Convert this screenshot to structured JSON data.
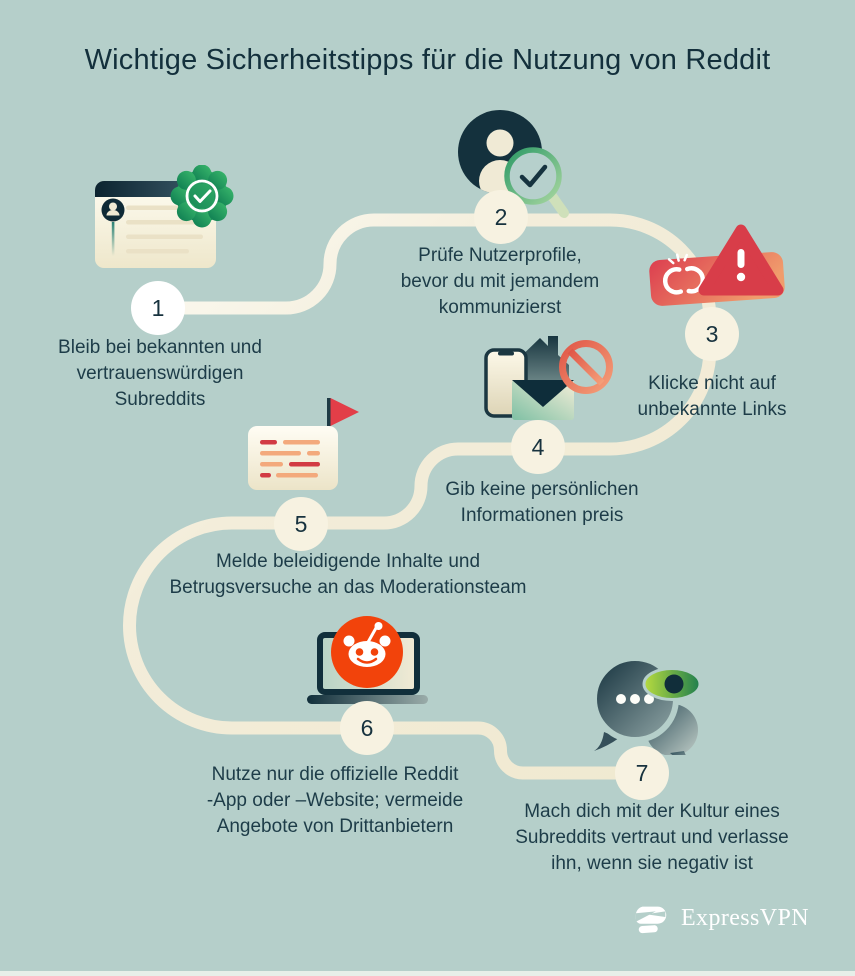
{
  "page": {
    "title": "Wichtige Sicherheitstipps für die Nutzung von Reddit"
  },
  "steps": [
    {
      "num": "1",
      "label": "Bleib bei bekannten und\nvertrauenswürdigen\nSubreddits",
      "icon": "verified-subreddit-card-icon"
    },
    {
      "num": "2",
      "label": "Prüfe Nutzerprofile,\nbevor du mit jemandem\nkommunizierst",
      "icon": "profile-check-magnifier-icon"
    },
    {
      "num": "3",
      "label": "Klicke nicht auf\nunbekannte Links",
      "icon": "broken-link-warning-icon"
    },
    {
      "num": "4",
      "label": "Gib keine persönlichen\nInformationen preis",
      "icon": "personal-info-blocked-icon"
    },
    {
      "num": "5",
      "label": "Melde beleidigende Inhalte und\nBetrugsversuche an das Moderationsteam",
      "icon": "report-flag-card-icon"
    },
    {
      "num": "6",
      "label": "Nutze nur die offizielle Reddit\n-App oder –Website; vermeide\nAngebote von Drittanbietern",
      "icon": "reddit-laptop-icon"
    },
    {
      "num": "7",
      "label": "Mach dich mit der Kultur eines\nSubreddits vertraut und verlasse\nihn, wenn sie negativ ist",
      "icon": "community-chat-eye-icon"
    }
  ],
  "footer": {
    "brand": "ExpressVPN",
    "logo_icon": "expressvpn-logo-icon"
  },
  "colors": {
    "background": "#b5cfca",
    "path": "#f3edd9",
    "text": "#1d3c48",
    "reddit_orange": "#f2430b",
    "alert_red": "#d83d49",
    "badge_green": "#159a5c",
    "dark_navy": "#14313d",
    "cream": "#f5efdc"
  }
}
